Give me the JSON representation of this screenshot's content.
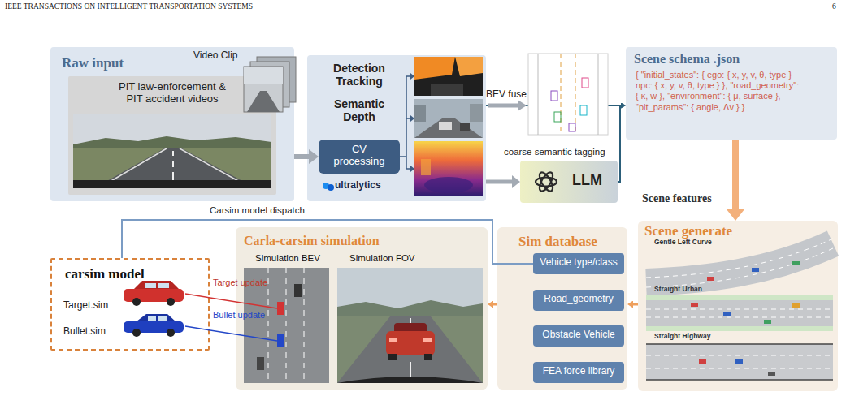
{
  "diagram": {
    "nodes": [
      {
        "text": [
          "Raw input"
        ]
      },
      {
        "text": [
          "PIT law-enforcement & PIT accident videos"
        ],
        "in": 0
      },
      {
        "text": [
          "Detection Tracking",
          "Semantic Depth"
        ]
      },
      {
        "text": [
          "CV processing"
        ],
        "in": 2
      },
      {
        "text": [
          "LLM"
        ]
      },
      {
        "text": [
          "Scene schema .json",
          "{ \"initial_states\": { ego: { x, y, v, θ, type } npc: { x, y, v, θ, type } }, \"road_geometry\": { κ, w }, \"environment\": { μ, surface }, \"pit_params\": { angle, Δv } }"
        ]
      },
      {
        "text": [
          "Scene generate",
          "Gentle Left Curve",
          "Straight Urban",
          "Straight Highway"
        ]
      },
      {
        "text": [
          "Sim database"
        ]
      },
      {
        "text": [
          "Vehicle type/class"
        ],
        "in": 7
      },
      {
        "text": [
          "Road_geometry"
        ],
        "in": 7
      },
      {
        "text": [
          "Obstacle Vehicle"
        ],
        "in": 7
      },
      {
        "text": [
          "FEA force library"
        ],
        "in": 7
      },
      {
        "text": [
          "Carla-carsim simulation",
          "Simulation BEV",
          "Simulation FOV"
        ]
      },
      {
        "text": [
          "carsim model",
          "Target.sim",
          "Bullet.sim"
        ]
      }
    ],
    "edges": [
      {
        "from": 0,
        "to": 3,
        "arrow": "to"
      },
      {
        "from": 2,
        "to": 5,
        "arrow": "to"
      },
      {
        "from": 2,
        "to": 4,
        "arrow": "to"
      },
      {
        "from": 4,
        "to": 5,
        "arrow": "to"
      },
      {
        "from": 5,
        "to": 6,
        "label": "Scene features",
        "arrow": "to"
      },
      {
        "from": 6,
        "to": 7,
        "arrow": "to"
      },
      {
        "from": 7,
        "to": 12,
        "arrow": "to"
      },
      {
        "from": 8,
        "to": 13,
        "label": "Carsim model dispatch",
        "arrow": "none"
      }
    ],
    "labels": [
      "IEEE TRANSACTIONS ON INTELLIGENT TRANSPORTATION SYSTEMS",
      "6",
      "Video Clip",
      "ultralytics",
      "BEV fuse",
      "coarse semantic tagging",
      "Target update",
      "Bullet update"
    ]
  }
}
